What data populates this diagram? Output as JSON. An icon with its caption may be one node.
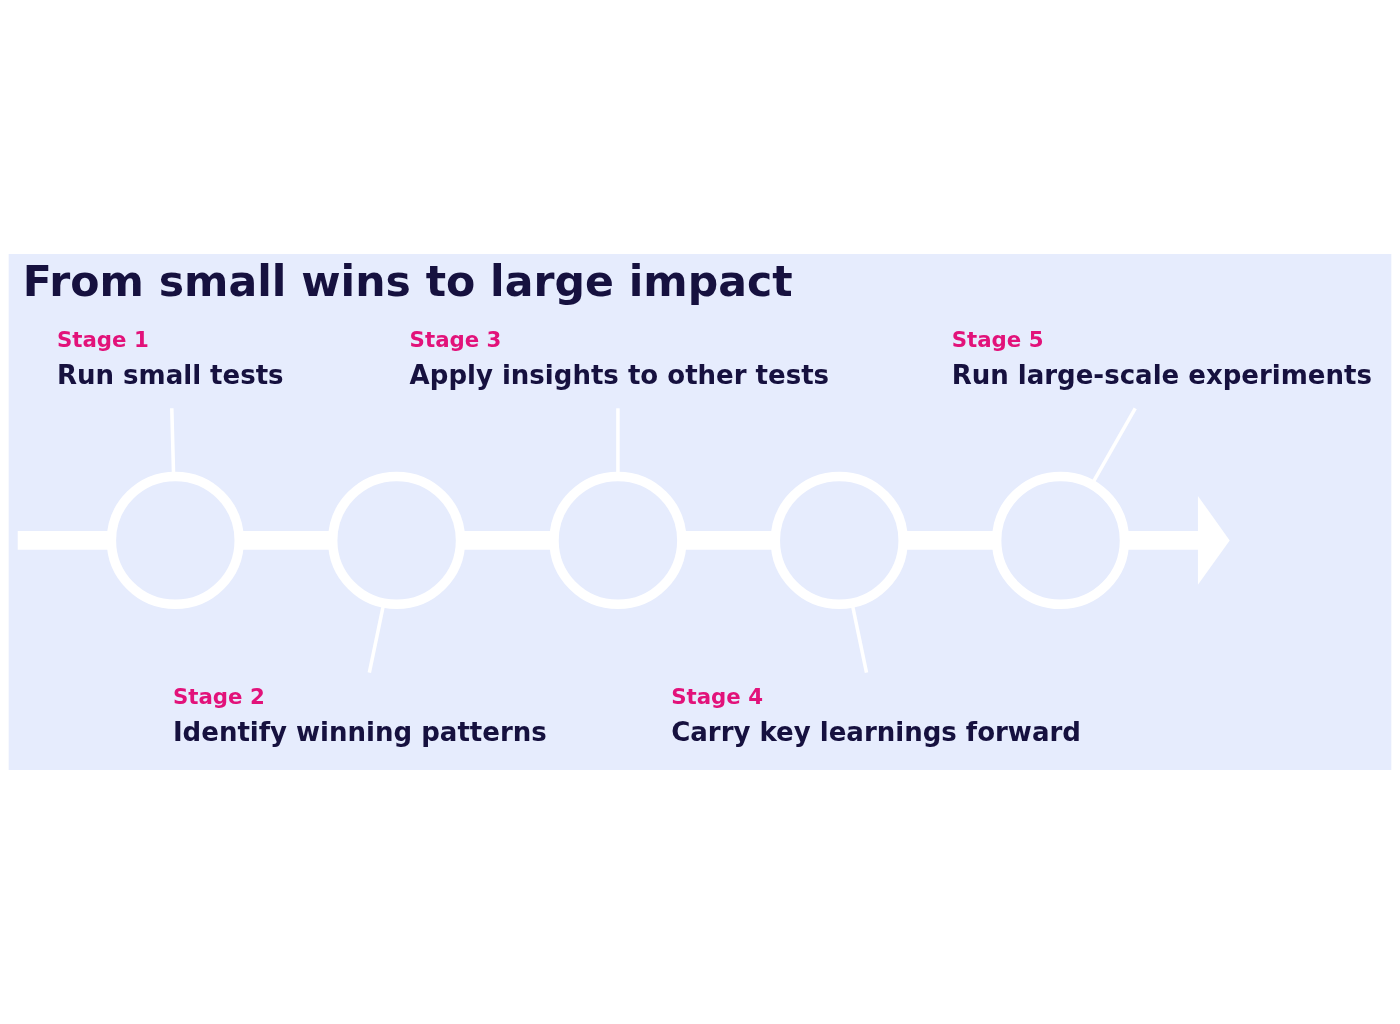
{
  "diagram": {
    "title": "From small wins to large impact",
    "nodes": [
      {
        "text": [
          "Stage 1",
          "Run small tests"
        ]
      },
      {
        "text": [],
        "shape": "circle"
      },
      {
        "text": [
          "Stage 2",
          "Identify winning patterns"
        ]
      },
      {
        "text": [],
        "shape": "circle"
      },
      {
        "text": [
          "Stage 3",
          "Apply insights to other tests"
        ]
      },
      {
        "text": [],
        "shape": "circle"
      },
      {
        "text": [
          "Stage 4",
          "Carry key learnings forward"
        ]
      },
      {
        "text": [],
        "shape": "circle"
      },
      {
        "text": [
          "Stage 5",
          "Run large-scale experiments"
        ]
      },
      {
        "text": [],
        "shape": "circle"
      }
    ],
    "edges": [
      {
        "from": null,
        "to": 1,
        "arrow": "none"
      },
      {
        "from": 1,
        "to": 3,
        "arrow": "none"
      },
      {
        "from": 3,
        "to": 5,
        "arrow": "none"
      },
      {
        "from": 5,
        "to": 7,
        "arrow": "none"
      },
      {
        "from": 7,
        "to": 9,
        "arrow": "none"
      },
      {
        "from": 9,
        "to": null,
        "arrow": "to"
      },
      {
        "from": 0,
        "to": 1,
        "arrow": "none"
      },
      {
        "from": 2,
        "to": 3,
        "arrow": "none"
      },
      {
        "from": 4,
        "to": 5,
        "arrow": "none"
      },
      {
        "from": 6,
        "to": 7,
        "arrow": "none"
      },
      {
        "from": 8,
        "to": 9,
        "arrow": "none"
      }
    ]
  }
}
